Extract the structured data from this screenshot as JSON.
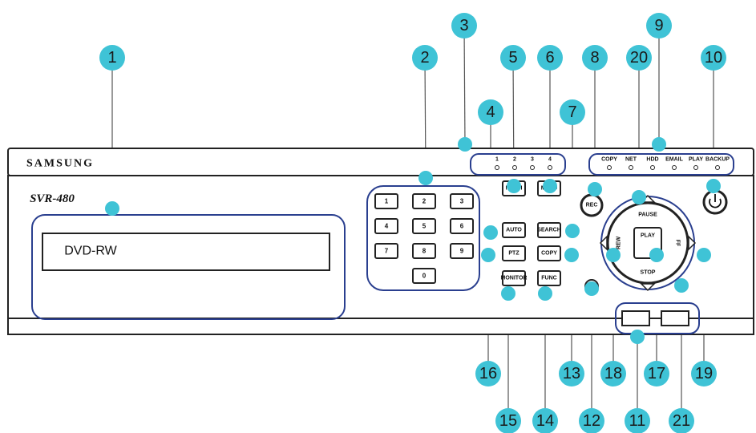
{
  "device": {
    "brand": "SAMSUNG",
    "model": "SVR-480",
    "drive_label": "DVD-RW",
    "numeric_keys": [
      "1",
      "2",
      "3",
      "4",
      "5",
      "6",
      "7",
      "8",
      "9",
      "0"
    ],
    "channel_leds": [
      "1",
      "2",
      "3",
      "4"
    ],
    "status_leds": [
      "COPY",
      "NET",
      "HDD",
      "EMAIL",
      "PLAY",
      "BACKUP"
    ],
    "buttons": {
      "multi": "MULTI",
      "menu": "MENU",
      "auto": "AUTO",
      "search": "SEARCH",
      "ptz": "PTZ",
      "copy": "COPY",
      "monitor": "MONITOR",
      "func": "FUNC",
      "rec": "REC",
      "play_stop": "PLAY",
      "up": "PAUSE",
      "left": "REW",
      "right": "FF",
      "down": "STOP"
    }
  },
  "callouts": [
    "1",
    "2",
    "3",
    "4",
    "5",
    "6",
    "7",
    "8",
    "9",
    "10",
    "11",
    "12",
    "13",
    "14",
    "15",
    "16",
    "17",
    "18",
    "19",
    "20",
    "21"
  ],
  "colors": {
    "callout_fill": "#3fc3d6",
    "outline_blue": "#2a3f8f",
    "panel_stroke": "#222222",
    "panel_fill": "#ffffff"
  }
}
